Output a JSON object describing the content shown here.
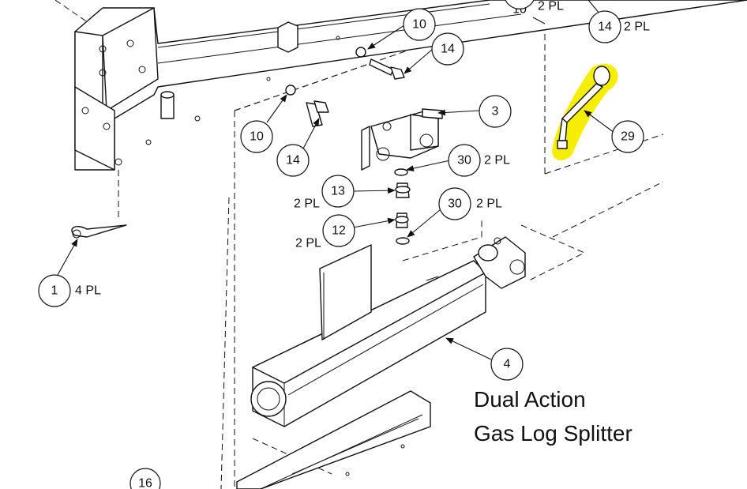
{
  "title": {
    "line1": "Dual Action",
    "line2": "Gas Log Splitter"
  },
  "highlight_color": "#f5ee00",
  "callouts": [
    {
      "id": "c-10-top",
      "number": "10",
      "qty": "2 PL"
    },
    {
      "id": "c-14-top",
      "number": "14",
      "qty": "2 PL"
    },
    {
      "id": "c-10-a",
      "number": "10",
      "qty": ""
    },
    {
      "id": "c-14-a",
      "number": "14",
      "qty": ""
    },
    {
      "id": "c-3",
      "number": "3",
      "qty": ""
    },
    {
      "id": "c-29",
      "number": "29",
      "qty": ""
    },
    {
      "id": "c-10-b",
      "number": "10",
      "qty": ""
    },
    {
      "id": "c-14-b",
      "number": "14",
      "qty": ""
    },
    {
      "id": "c-30-a",
      "number": "30",
      "qty": "2 PL"
    },
    {
      "id": "c-13",
      "number": "13",
      "qty": "2 PL"
    },
    {
      "id": "c-30-b",
      "number": "30",
      "qty": "2 PL"
    },
    {
      "id": "c-12",
      "number": "12",
      "qty": "2 PL"
    },
    {
      "id": "c-1",
      "number": "1",
      "qty": "4 PL"
    },
    {
      "id": "c-4",
      "number": "4",
      "qty": ""
    },
    {
      "id": "c-16",
      "number": "16",
      "qty": ""
    }
  ]
}
